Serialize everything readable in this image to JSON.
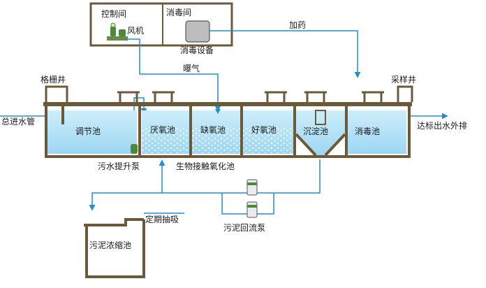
{
  "labels": {
    "control_room": "控制间",
    "disinfection_room": "消毒间",
    "fan": "风机",
    "disinfection_equipment": "消毒设备",
    "dosing": "加药",
    "aeration": "曝气",
    "screen_well": "格栅井",
    "sampling_well": "采样井",
    "total_inlet_pipe": "总进水管",
    "discharge": "达标出水外排",
    "equalization_tank": "调节池",
    "anaerobic_tank": "厌氧池",
    "anoxic_tank": "缺氧池",
    "aerobic_tank": "好氧池",
    "sedimentation_tank": "沉淀池",
    "disinfection_tank": "消毒池",
    "sewage_lift_pump": "污水提升泵",
    "bio_contact_oxidation_tank": "生物接触氧化池",
    "sludge_return_pump": "污泥回流泵",
    "regular_pumping": "定期抽吸",
    "sludge_thickening_tank": "污泥浓缩池"
  },
  "colors": {
    "structure": "#6b5a3a",
    "pipe": "#1e8fd6",
    "water_top": "#cdeefb",
    "water_bottom": "#9dd6f2",
    "pump": "#4a8a3a"
  }
}
